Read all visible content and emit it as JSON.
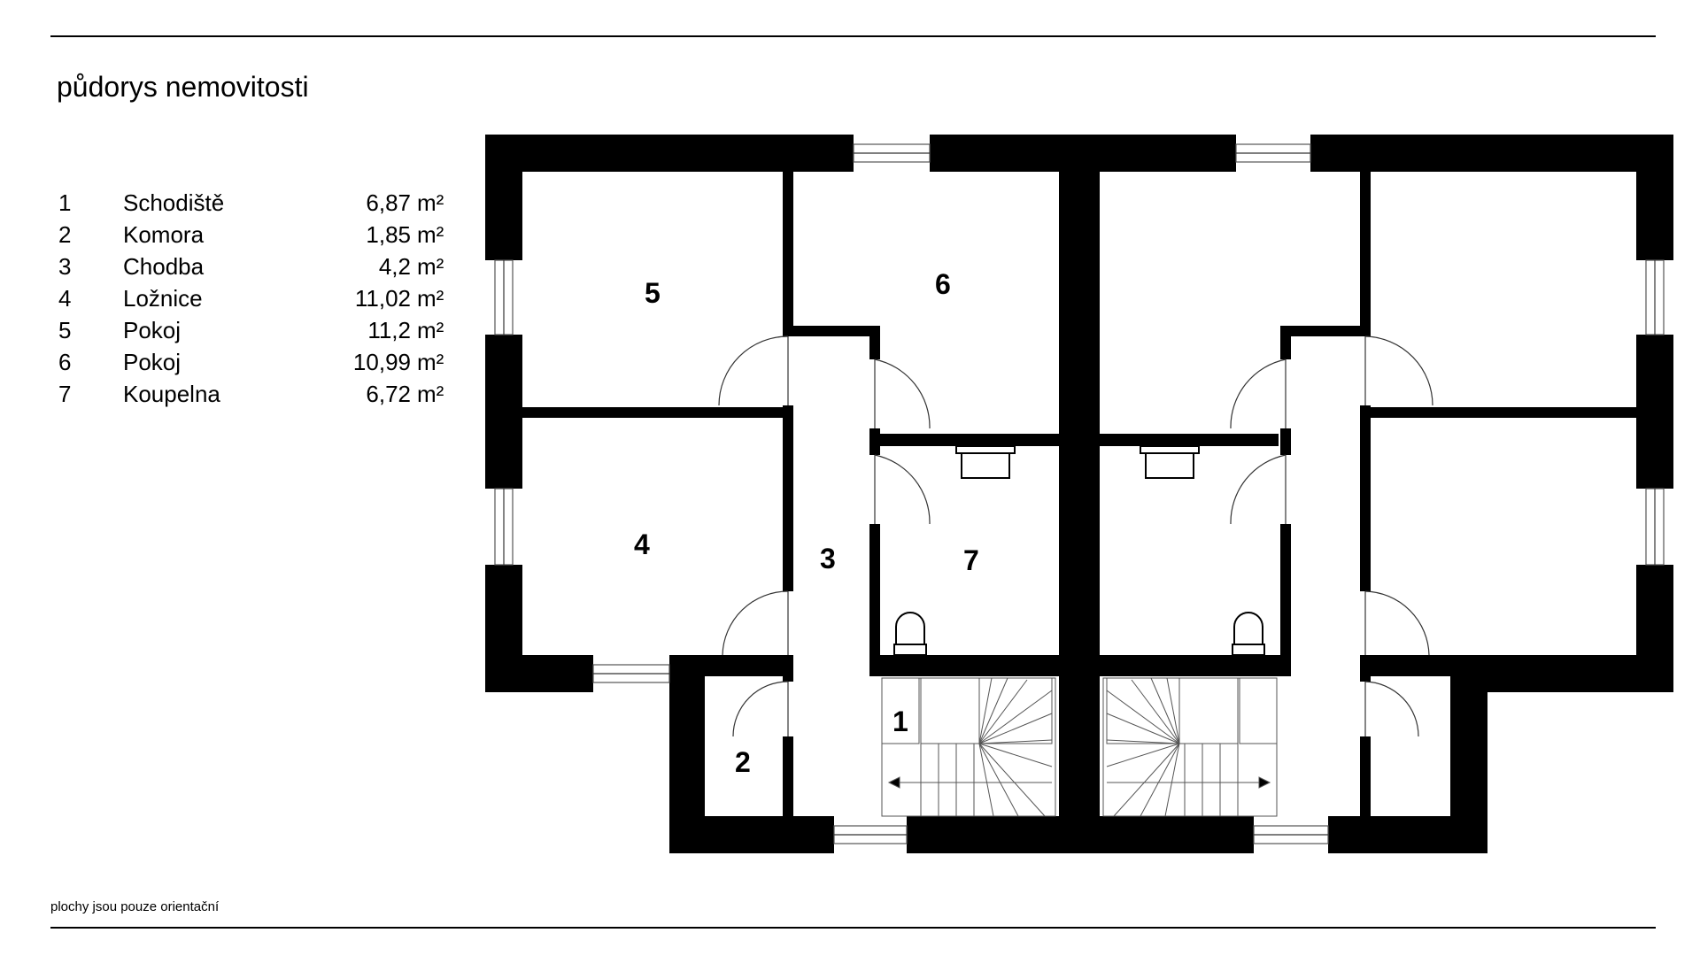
{
  "title": "půdorys nemovitosti",
  "legend": [
    {
      "num": "1",
      "name": "Schodiště",
      "area": "6,87",
      "unit": "m²"
    },
    {
      "num": "2",
      "name": "Komora",
      "area": "1,85",
      "unit": "m²"
    },
    {
      "num": "3",
      "name": "Chodba",
      "area": "4,2",
      "unit": "m²"
    },
    {
      "num": "4",
      "name": "Ložnice",
      "area": "11,02",
      "unit": "m²"
    },
    {
      "num": "5",
      "name": "Pokoj",
      "area": "11,2",
      "unit": "m²"
    },
    {
      "num": "6",
      "name": "Pokoj",
      "area": "10,99",
      "unit": "m²"
    },
    {
      "num": "7",
      "name": "Koupelna",
      "area": "6,72",
      "unit": "m²"
    }
  ],
  "room_labels": {
    "r1": "1",
    "r2": "2",
    "r3": "3",
    "r4": "4",
    "r5": "5",
    "r6": "6",
    "r7": "7"
  },
  "footnote": "plochy jsou pouze orientační"
}
